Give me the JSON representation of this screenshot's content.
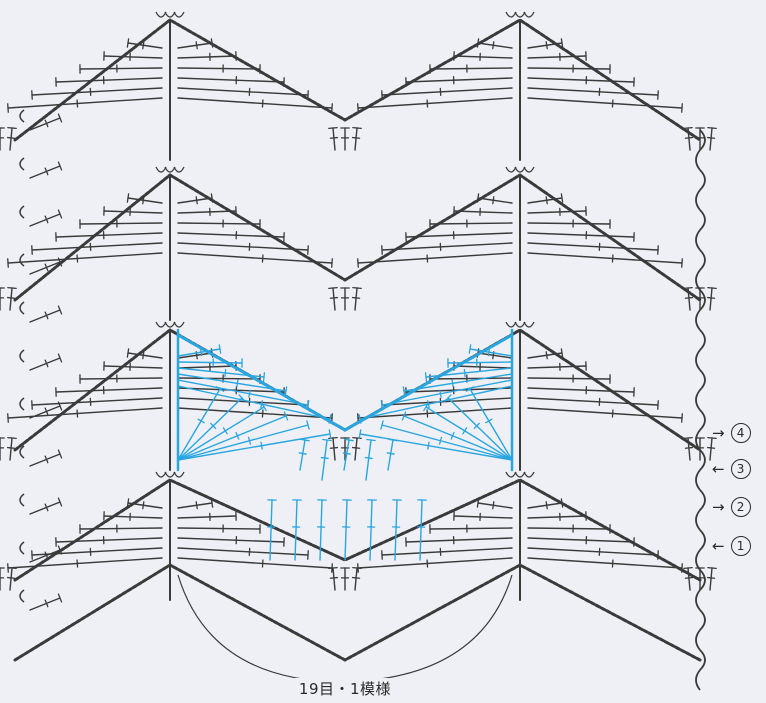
{
  "diagram": {
    "row_labels": [
      {
        "arrow": "→",
        "number": "4"
      },
      {
        "arrow": "←",
        "number": "3"
      },
      {
        "arrow": "→",
        "number": "2"
      },
      {
        "arrow": "←",
        "number": "1"
      }
    ],
    "repeat_label": "19目・1模様",
    "colors": {
      "stitch": "#3a3a3a",
      "highlight": "#29a6e0",
      "background": "#eef0f5"
    },
    "icons": [
      "double-crochet-symbol",
      "chain-symbol",
      "slip-stitch-symbol"
    ]
  }
}
